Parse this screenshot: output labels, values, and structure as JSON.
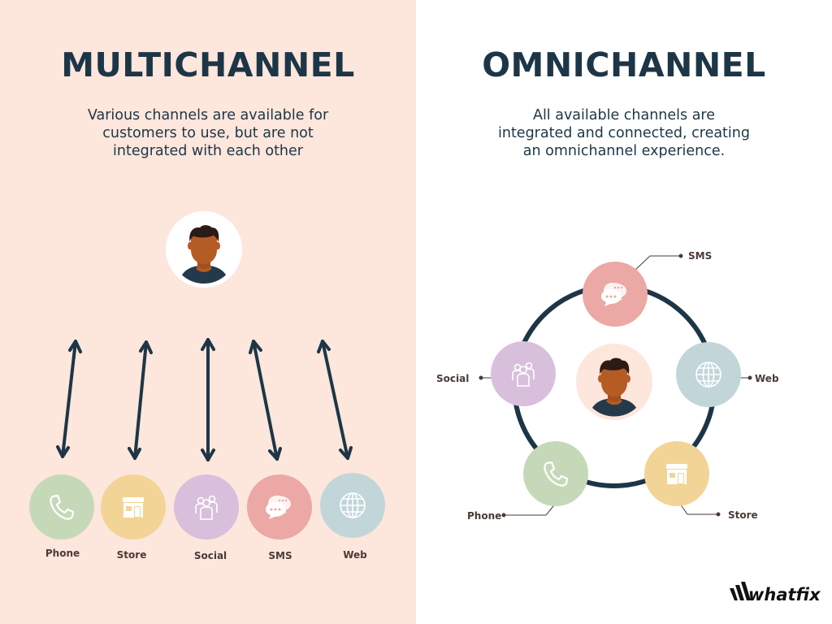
{
  "multichannel": {
    "title": "MULTICHANNEL",
    "description_lines": [
      "Various channels are available for",
      "customers to use, but are not",
      "integrated with each other"
    ],
    "channels": [
      {
        "label": "Phone",
        "icon": "phone-icon",
        "color": "#c5d9b8"
      },
      {
        "label": "Store",
        "icon": "store-icon",
        "color": "#f3d497"
      },
      {
        "label": "Social",
        "icon": "social-icon",
        "color": "#d8c0dd"
      },
      {
        "label": "SMS",
        "icon": "sms-icon",
        "color": "#eba8a4"
      },
      {
        "label": "Web",
        "icon": "web-icon",
        "color": "#c2d6da"
      }
    ]
  },
  "omnichannel": {
    "title": "OMNICHANNEL",
    "description_lines": [
      "All available channels are",
      "integrated and connected, creating",
      "an omnichannel experience."
    ],
    "channels": [
      {
        "label": "SMS",
        "icon": "sms-icon",
        "color": "#eba8a4"
      },
      {
        "label": "Web",
        "icon": "web-icon",
        "color": "#c2d6da"
      },
      {
        "label": "Store",
        "icon": "store-icon",
        "color": "#f3d497"
      },
      {
        "label": "Phone",
        "icon": "phone-icon",
        "color": "#c5d9b8"
      },
      {
        "label": "Social",
        "icon": "social-icon",
        "color": "#d8c0dd"
      }
    ]
  },
  "brand": {
    "name": "whatfix"
  },
  "colors": {
    "navy": "#1d3647",
    "left_bg": "#fde6dc",
    "skin": "#b55b24",
    "hair": "#2a1b16",
    "shirt": "#24394a"
  }
}
